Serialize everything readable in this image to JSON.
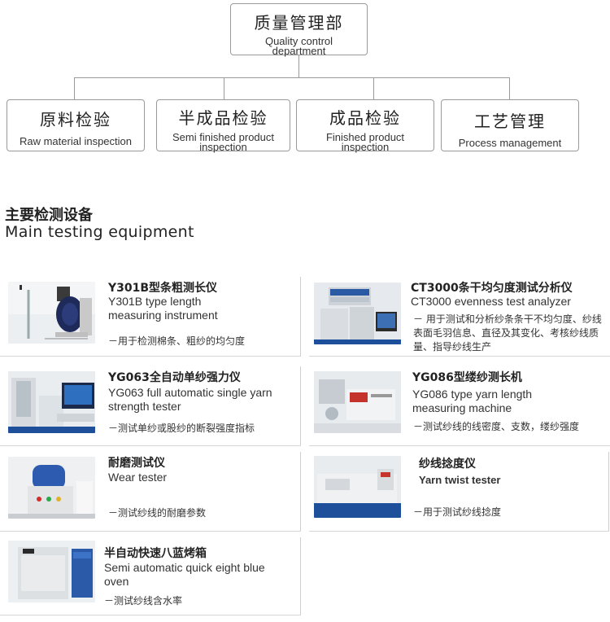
{
  "org": {
    "top": {
      "zh": "质量管理部",
      "en": "Quality control department"
    },
    "children": [
      {
        "zh": "原料检验",
        "en": "Raw material inspection"
      },
      {
        "zh": "半成品检验",
        "en": "Semi finished product inspection"
      },
      {
        "zh": "成品检验",
        "en": "Finished product inspection"
      },
      {
        "zh": "工艺管理",
        "en": "Process management"
      }
    ]
  },
  "section": {
    "zh": "主要检测设备",
    "en": "Main testing equipment"
  },
  "equipment": [
    {
      "title": "Y301B型条粗测长仪",
      "en": "Y301B type length measuring instrument",
      "desc": "－用于检测棉条、粗纱的均匀度"
    },
    {
      "title": "CT3000条干均匀度测试分析仪",
      "en": "CT3000 evenness test analyzer",
      "desc": "－ 用于测试和分析纱条条干不均匀度、纱线表面毛羽信息、直径及其变化、考核纱线质量、指导纱线生产"
    },
    {
      "title": "YG063全自动单纱强力仪",
      "en": "YG063 full automatic single yarn strength tester",
      "desc": "－测试单纱或股纱的断裂强度指标"
    },
    {
      "title": "YG086型缕纱测长机",
      "en": "YG086 type yarn length measuring machine",
      "desc": "－测试纱线的线密度、支数，缕纱强度"
    },
    {
      "title": "耐磨测试仪",
      "en": "Wear tester",
      "desc": "－测试纱线的耐磨参数"
    },
    {
      "title": "纱线捻度仪",
      "en": "Yarn twist tester",
      "desc": "－用于测试纱线捻度"
    },
    {
      "title": "半自动快速八蓝烤箱",
      "en": "Semi automatic quick eight blue oven",
      "desc": "－测试纱线含水率"
    }
  ]
}
